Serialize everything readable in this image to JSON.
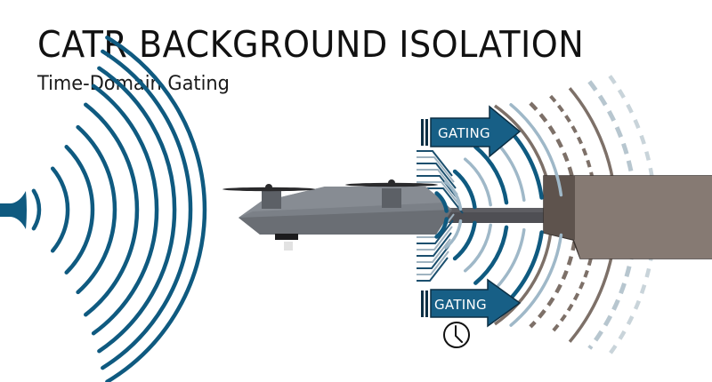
{
  "header": {
    "title": "CATR BACKGROUND ISOLATION",
    "subtitle": "Time-Domain Gating"
  },
  "diagram": {
    "source": {
      "name": "Feed horn / transmitter",
      "icon": "horn-antenna-icon"
    },
    "incident_wave_count": 9,
    "device_under_test": "Quadcopter drone on positioner boom",
    "positioner": "Mount / absorber block",
    "gates": [
      {
        "id": "upper",
        "label": "GATING"
      },
      {
        "id": "lower",
        "label": "GATING",
        "icon": "clock-icon"
      }
    ],
    "colors": {
      "wave_primary": "#0f5a80",
      "wave_light": "#9fb8c8",
      "reflection_brown": "#7d7068",
      "gate_fill": "#175f86",
      "gate_outline": "#0c2f44",
      "drone_body": "#777d84",
      "mount_block": "#847770",
      "title_text": "#111111"
    }
  }
}
